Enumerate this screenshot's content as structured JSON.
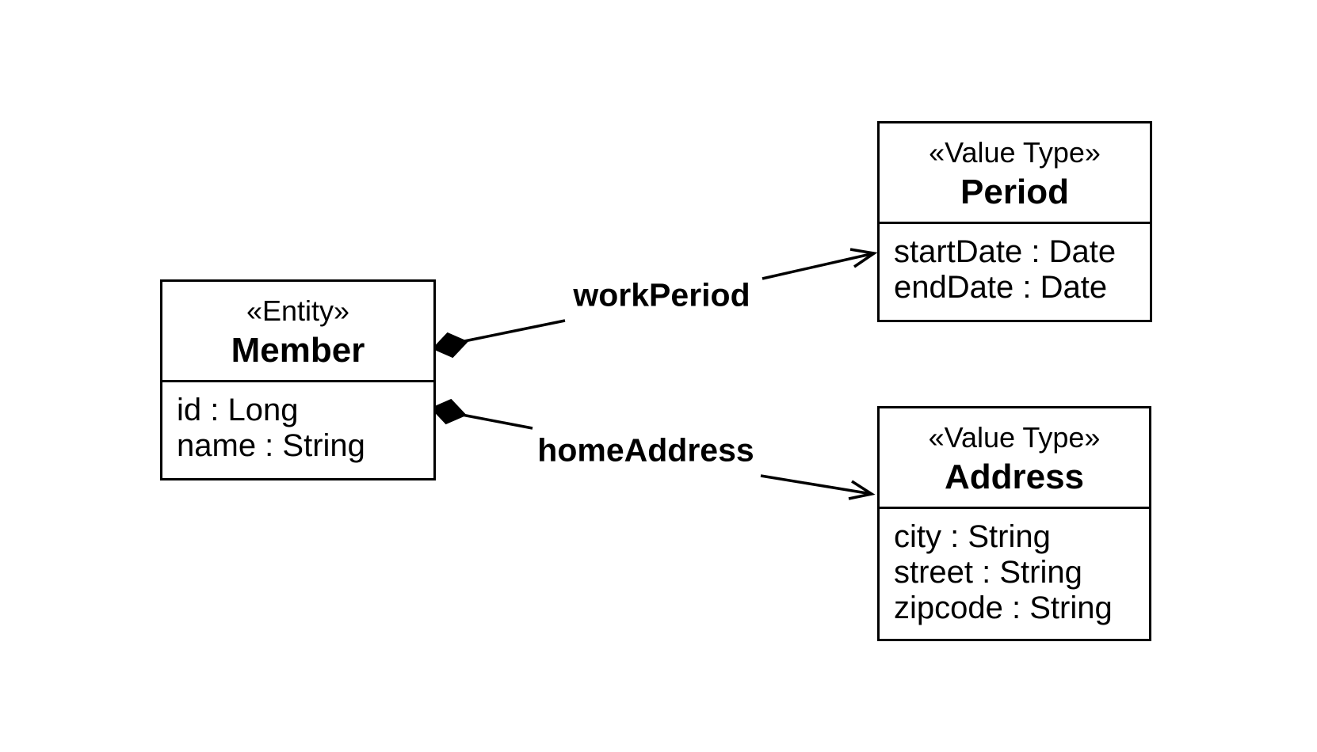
{
  "diagram": {
    "colors": {
      "stroke": "#000000",
      "background": "#ffffff"
    },
    "classes": [
      {
        "id": "member",
        "stereotype": "«Entity»",
        "name": "Member",
        "attributes": [
          "id : Long",
          "name : String"
        ]
      },
      {
        "id": "period",
        "stereotype": "«Value Type»",
        "name": "Period",
        "attributes": [
          "startDate : Date",
          "endDate : Date"
        ]
      },
      {
        "id": "address",
        "stereotype": "«Value Type»",
        "name": "Address",
        "attributes": [
          "city : String",
          "street : String",
          "zipcode : String"
        ]
      }
    ],
    "relations": [
      {
        "label": "workPeriod",
        "from": "Member",
        "to": "Period",
        "type": "composition"
      },
      {
        "label": "homeAddress",
        "from": "Member",
        "to": "Address",
        "type": "composition"
      }
    ]
  }
}
